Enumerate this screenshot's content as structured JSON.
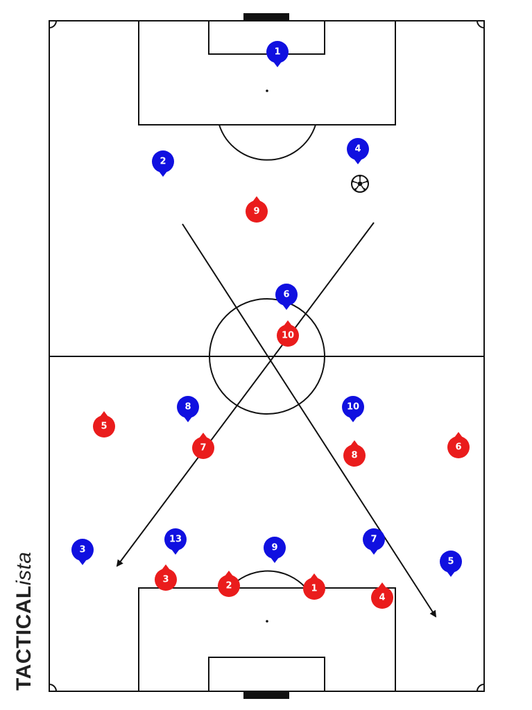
{
  "brand": {
    "part1": "TACTICAL",
    "part2": "ista"
  },
  "colors": {
    "blue_team": "#1010e0",
    "red_team": "#ea1c1c",
    "line": "#111111",
    "pitch": "#ffffff"
  },
  "icons": {
    "ball": "soccer-ball-icon",
    "goal": "goal-icon"
  },
  "players": [
    {
      "team": "blue",
      "number": "1",
      "facing": "down"
    },
    {
      "team": "blue",
      "number": "2",
      "facing": "down"
    },
    {
      "team": "blue",
      "number": "4",
      "facing": "down"
    },
    {
      "team": "blue",
      "number": "6",
      "facing": "down"
    },
    {
      "team": "blue",
      "number": "8",
      "facing": "down"
    },
    {
      "team": "blue",
      "number": "10",
      "facing": "down"
    },
    {
      "team": "blue",
      "number": "3",
      "facing": "down"
    },
    {
      "team": "blue",
      "number": "13",
      "facing": "down"
    },
    {
      "team": "blue",
      "number": "9",
      "facing": "down"
    },
    {
      "team": "blue",
      "number": "7",
      "facing": "down"
    },
    {
      "team": "blue",
      "number": "5",
      "facing": "down"
    },
    {
      "team": "red",
      "number": "9",
      "facing": "up"
    },
    {
      "team": "red",
      "number": "10",
      "facing": "up"
    },
    {
      "team": "red",
      "number": "5",
      "facing": "up"
    },
    {
      "team": "red",
      "number": "7",
      "facing": "up"
    },
    {
      "team": "red",
      "number": "8",
      "facing": "up"
    },
    {
      "team": "red",
      "number": "6",
      "facing": "up"
    },
    {
      "team": "red",
      "number": "3",
      "facing": "up"
    },
    {
      "team": "red",
      "number": "2",
      "facing": "up"
    },
    {
      "team": "red",
      "number": "1",
      "facing": "up"
    },
    {
      "team": "red",
      "number": "4",
      "facing": "up"
    }
  ]
}
